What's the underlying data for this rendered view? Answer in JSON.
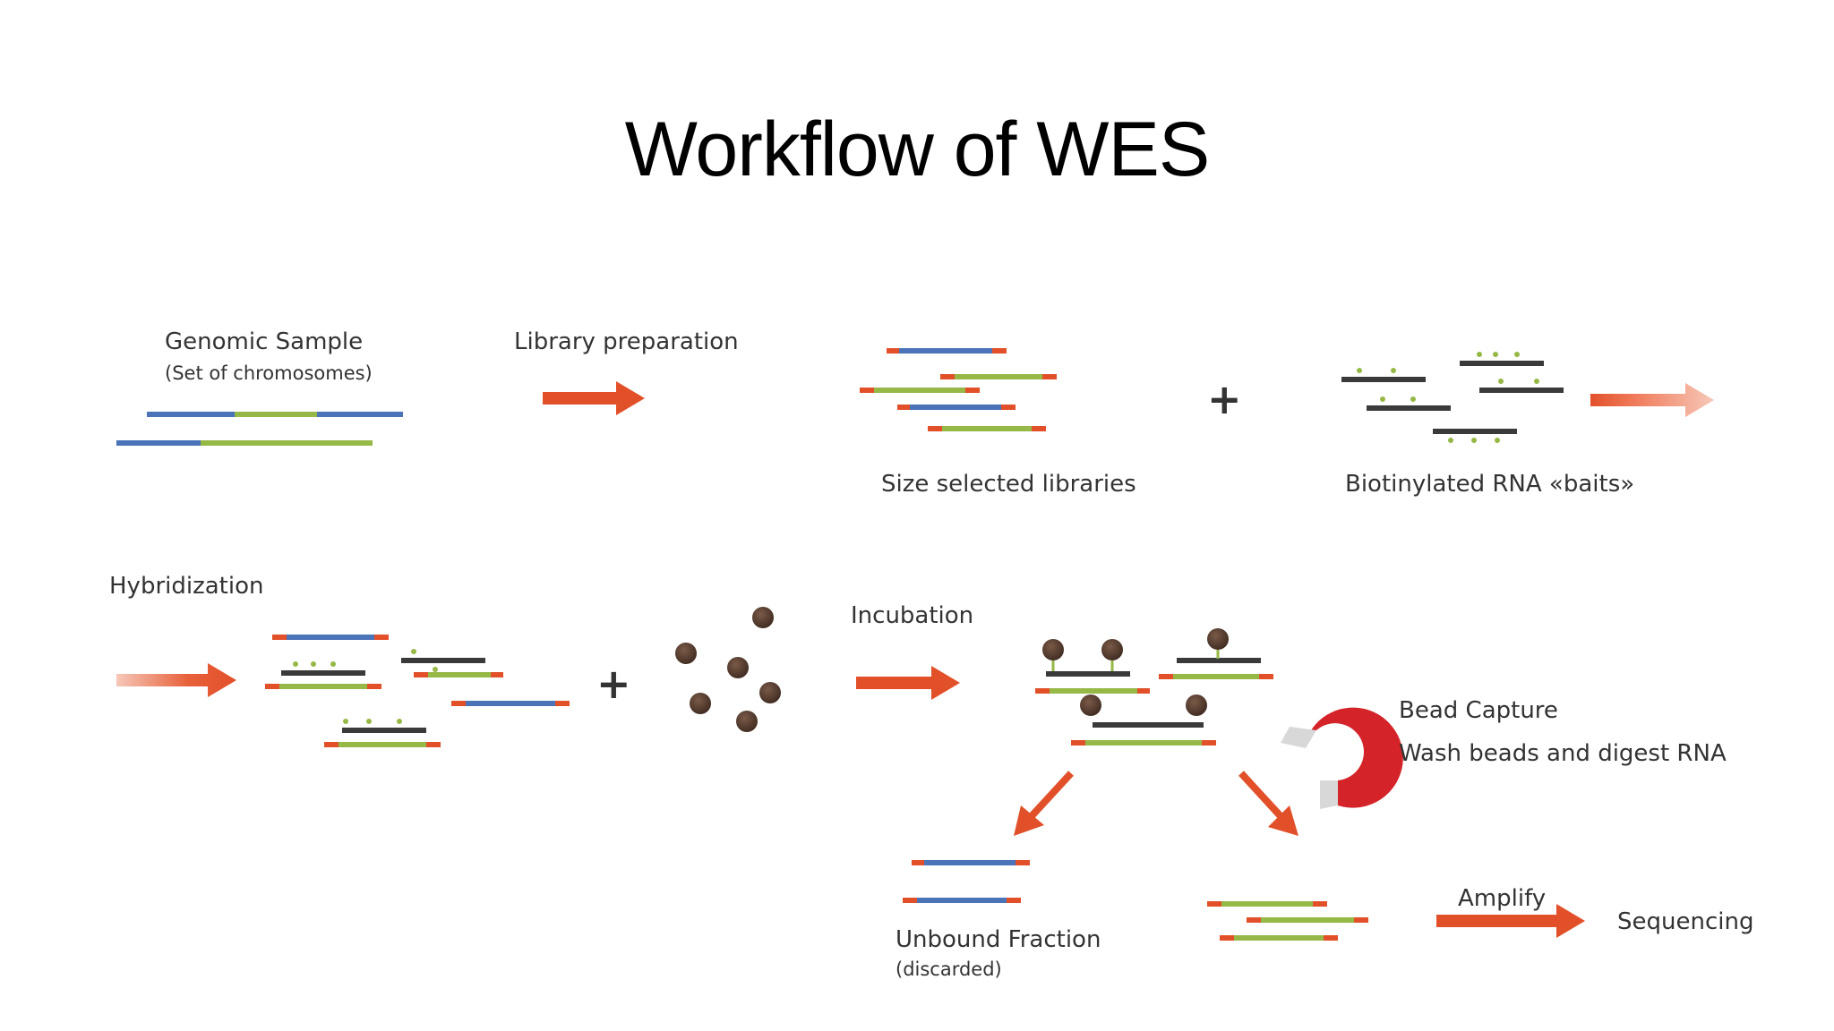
{
  "slide": {
    "title": "Workflow of WES"
  },
  "labels": {
    "genomic_sample": "Genomic Sample",
    "set_of_chromosomes": "(Set of chromosomes)",
    "library_preparation": "Library preparation",
    "size_selected": "Size selected libraries",
    "baits": "Biotinylated RNA «baits»",
    "hybridization": "Hybridization",
    "incubation": "Incubation",
    "bead_capture": "Bead Capture",
    "wash_beads": "Wash beads and digest RNA",
    "unbound_fraction": "Unbound Fraction",
    "discarded": "(discarded)",
    "amplify": "Amplify",
    "sequencing": "Sequencing",
    "plus": "+"
  },
  "colors": {
    "blue": "#4a73b8",
    "green": "#96b846",
    "red": "#e2502a",
    "arrow": "#e2502a",
    "bait": "#3a3a3a",
    "bead": "#4a3328",
    "magnet": "#d4242a"
  }
}
